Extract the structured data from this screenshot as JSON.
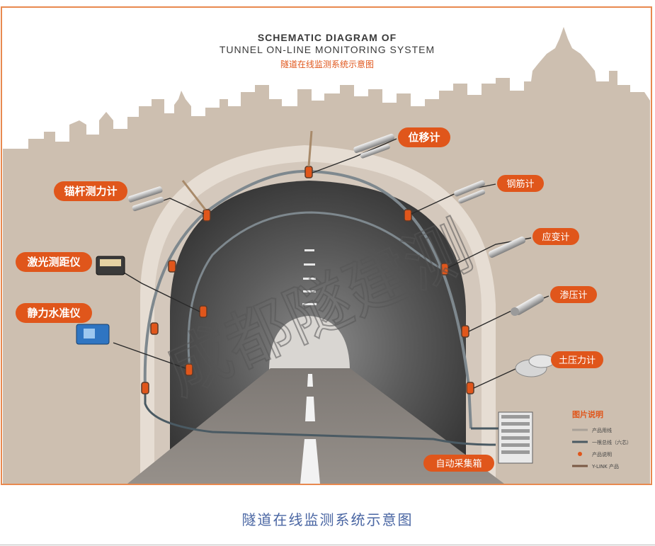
{
  "title": {
    "line1": "SCHEMATIC DIAGRAM OF",
    "line2": "TUNNEL ON-LINE MONITORING SYSTEM",
    "cn": "隧道在线监测系统示意图"
  },
  "instruments": [
    {
      "key": "displacement",
      "label": "位移计"
    },
    {
      "key": "anchor",
      "label": "锚杆测力计"
    },
    {
      "key": "rebar",
      "label": "钢筋计"
    },
    {
      "key": "strain",
      "label": "应变计"
    },
    {
      "key": "laser",
      "label": "激光测距仪"
    },
    {
      "key": "osmometer",
      "label": "渗压计"
    },
    {
      "key": "leveler",
      "label": "静力水准仪"
    },
    {
      "key": "earth",
      "label": "土压力计"
    },
    {
      "key": "collector",
      "label": "自动采集箱"
    }
  ],
  "legend": {
    "title": "图片说明",
    "items": [
      {
        "text": "产品用线",
        "symbol": "line",
        "color": "#a8a097"
      },
      {
        "text": "一根总线（六芯）",
        "symbol": "line",
        "color": "#4a5a63"
      },
      {
        "text": "产品说明",
        "symbol": "dot",
        "color": "#e0561b"
      },
      {
        "text": "Y-LINK 产品",
        "symbol": "line",
        "color": "#7a5a45"
      }
    ]
  },
  "watermark": "成都隧建测",
  "caption": "隧道在线监测系统示意图",
  "colors": {
    "accent": "#e0561b",
    "bus_line": "#4a5a63",
    "background": "#cdbfb0",
    "tunnel_dark": "#4b4b4b",
    "caption": "#4a66a3"
  }
}
